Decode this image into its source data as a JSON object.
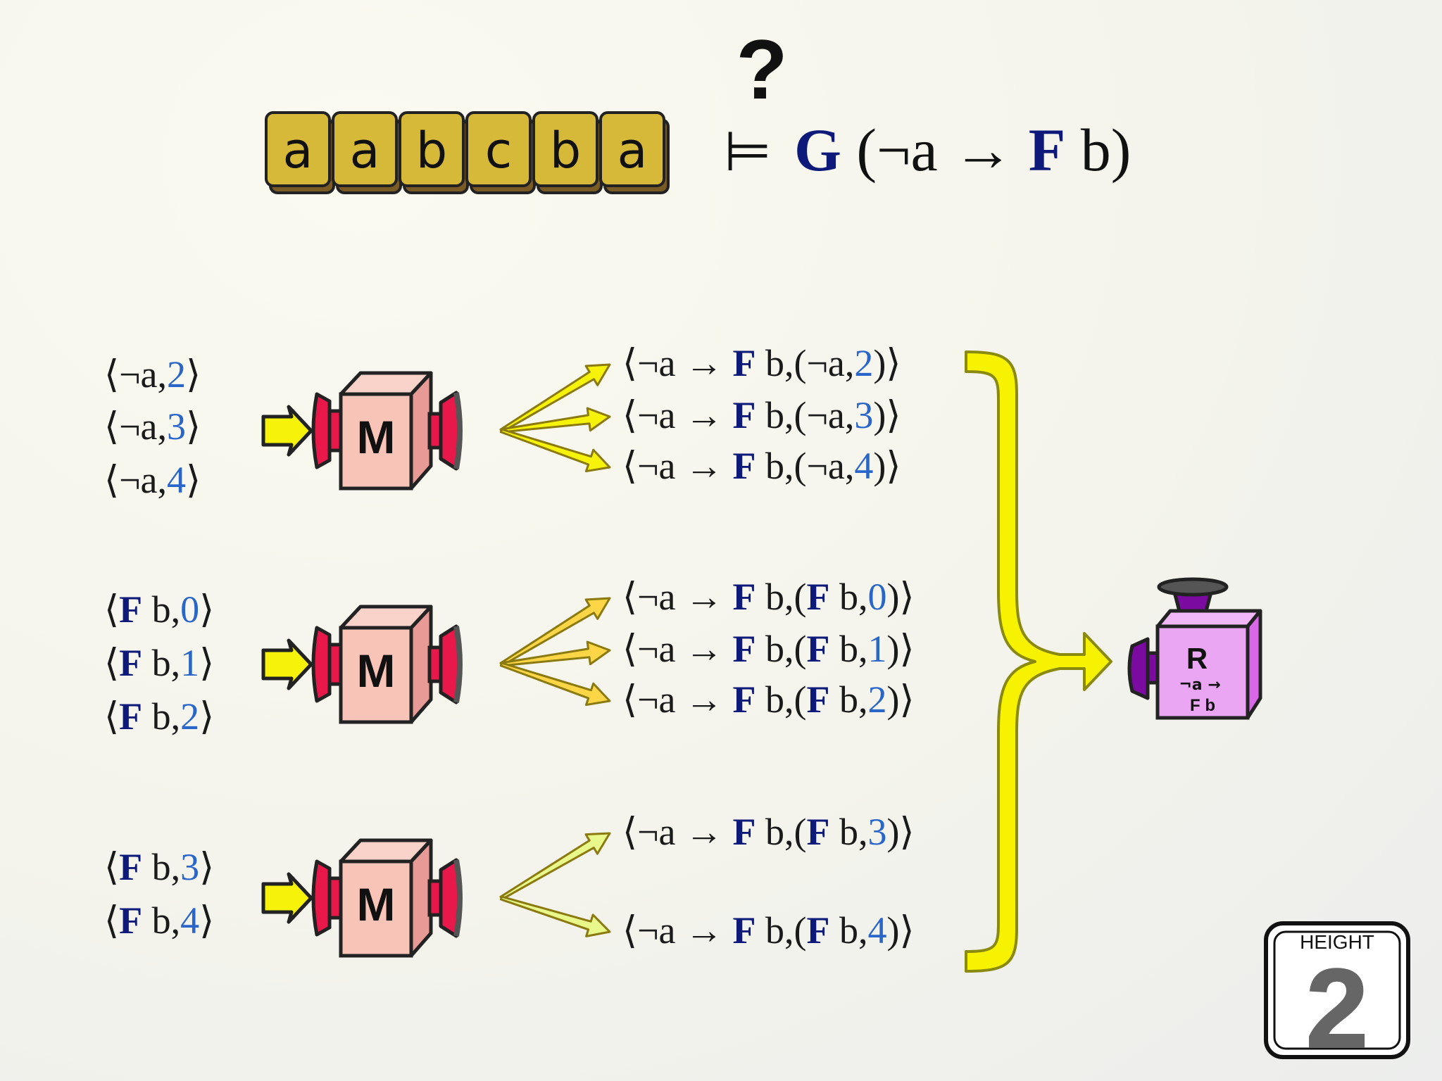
{
  "trace": {
    "letters": [
      "a",
      "a",
      "b",
      "c",
      "b",
      "a"
    ]
  },
  "query": {
    "question_mark": "?",
    "models_symbol": "⊨",
    "formula": [
      {
        "t": "G",
        "bold": true
      },
      {
        "t": " (¬a → "
      },
      {
        "t": "F",
        "bold": true
      },
      {
        "t": " b)"
      }
    ]
  },
  "groups": [
    {
      "mapper_label": "M",
      "inputs": [
        [
          {
            "t": "⟨¬a,"
          },
          {
            "t": "2",
            "num": true
          },
          {
            "t": "⟩"
          }
        ],
        [
          {
            "t": "⟨¬a,"
          },
          {
            "t": "3",
            "num": true
          },
          {
            "t": "⟩"
          }
        ],
        [
          {
            "t": "⟨¬a,"
          },
          {
            "t": "4",
            "num": true
          },
          {
            "t": "⟩"
          }
        ]
      ],
      "outputs": [
        [
          {
            "t": "⟨¬a → "
          },
          {
            "t": "F",
            "bold": true
          },
          {
            "t": " b,(¬a,"
          },
          {
            "t": "2",
            "num": true
          },
          {
            "t": ")⟩"
          }
        ],
        [
          {
            "t": "⟨¬a → "
          },
          {
            "t": "F",
            "bold": true
          },
          {
            "t": " b,(¬a,"
          },
          {
            "t": "3",
            "num": true
          },
          {
            "t": ")⟩"
          }
        ],
        [
          {
            "t": "⟨¬a → "
          },
          {
            "t": "F",
            "bold": true
          },
          {
            "t": " b,(¬a,"
          },
          {
            "t": "4",
            "num": true
          },
          {
            "t": ")⟩"
          }
        ]
      ],
      "arrow_color": "#f6f20a"
    },
    {
      "mapper_label": "M",
      "inputs": [
        [
          {
            "t": "⟨"
          },
          {
            "t": "F",
            "bold": true
          },
          {
            "t": " b,"
          },
          {
            "t": "0",
            "num": true
          },
          {
            "t": "⟩"
          }
        ],
        [
          {
            "t": "⟨"
          },
          {
            "t": "F",
            "bold": true
          },
          {
            "t": " b,"
          },
          {
            "t": "1",
            "num": true
          },
          {
            "t": "⟩"
          }
        ],
        [
          {
            "t": "⟨"
          },
          {
            "t": "F",
            "bold": true
          },
          {
            "t": " b,"
          },
          {
            "t": "2",
            "num": true
          },
          {
            "t": "⟩"
          }
        ]
      ],
      "outputs": [
        [
          {
            "t": "⟨¬a → "
          },
          {
            "t": "F",
            "bold": true
          },
          {
            "t": " b,("
          },
          {
            "t": "F",
            "bold": true
          },
          {
            "t": " b,"
          },
          {
            "t": "0",
            "num": true
          },
          {
            "t": ")⟩"
          }
        ],
        [
          {
            "t": "⟨¬a → "
          },
          {
            "t": "F",
            "bold": true
          },
          {
            "t": " b,("
          },
          {
            "t": "F",
            "bold": true
          },
          {
            "t": " b,"
          },
          {
            "t": "1",
            "num": true
          },
          {
            "t": ")⟩"
          }
        ],
        [
          {
            "t": "⟨¬a → "
          },
          {
            "t": "F",
            "bold": true
          },
          {
            "t": " b,("
          },
          {
            "t": "F",
            "bold": true
          },
          {
            "t": " b,"
          },
          {
            "t": "2",
            "num": true
          },
          {
            "t": ")⟩"
          }
        ]
      ],
      "arrow_color": "#fcd646"
    },
    {
      "mapper_label": "M",
      "inputs": [
        [
          {
            "t": "⟨"
          },
          {
            "t": "F",
            "bold": true
          },
          {
            "t": " b,"
          },
          {
            "t": "3",
            "num": true
          },
          {
            "t": "⟩"
          }
        ],
        [
          {
            "t": "⟨"
          },
          {
            "t": "F",
            "bold": true
          },
          {
            "t": " b,"
          },
          {
            "t": "4",
            "num": true
          },
          {
            "t": "⟩"
          }
        ]
      ],
      "outputs": [
        [
          {
            "t": "⟨¬a → "
          },
          {
            "t": "F",
            "bold": true
          },
          {
            "t": " b,("
          },
          {
            "t": "F",
            "bold": true
          },
          {
            "t": " b,"
          },
          {
            "t": "3",
            "num": true
          },
          {
            "t": ")⟩"
          }
        ],
        [
          {
            "t": "⟨¬a → "
          },
          {
            "t": "F",
            "bold": true
          },
          {
            "t": " b,("
          },
          {
            "t": "F",
            "bold": true
          },
          {
            "t": " b,"
          },
          {
            "t": "4",
            "num": true
          },
          {
            "t": ")⟩"
          }
        ]
      ],
      "arrow_color": "#e8f88a"
    }
  ],
  "reducer": {
    "label": "R",
    "sub1": "¬a →",
    "sub2": "F b"
  },
  "badge": {
    "label": "HEIGHT",
    "value": "2"
  },
  "colors": {
    "tile": "#d7b93a",
    "mapper_face": "#f8c4b8",
    "mapper_funnel": "#e8194a",
    "brace": "#f7f200",
    "reducer_face": "#eaa6f2",
    "reducer_funnel": "#7a0aa0",
    "accent_blue": "#0e1a7a",
    "number_blue": "#2a66c9"
  }
}
